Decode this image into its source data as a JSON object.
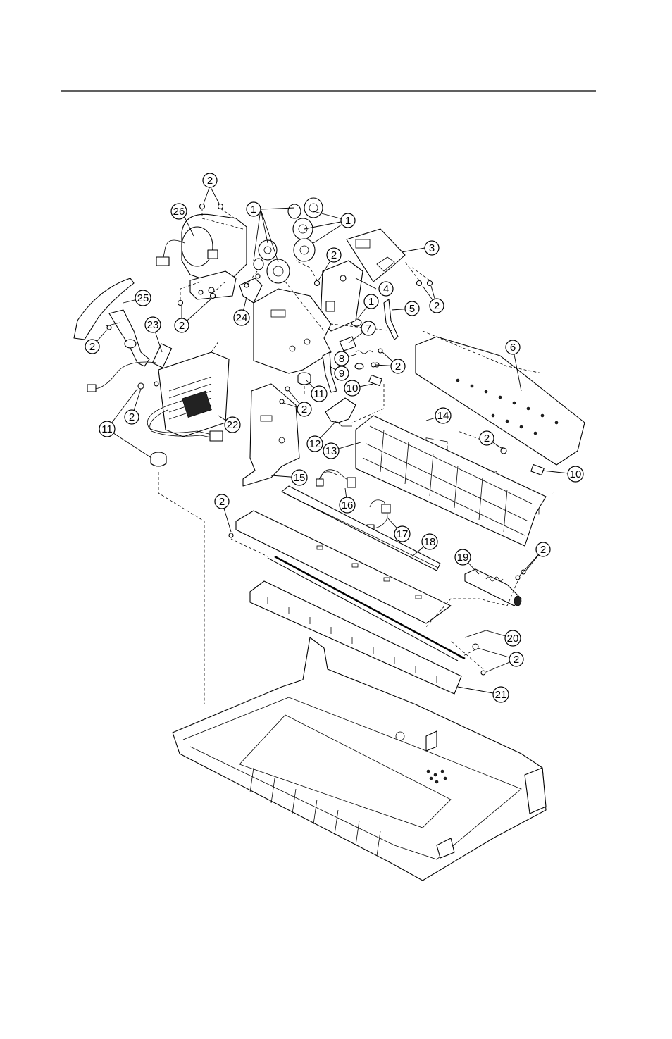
{
  "diagram": {
    "callouts": [
      {
        "id": "c2-top",
        "label": "2"
      },
      {
        "id": "c26",
        "label": "26"
      },
      {
        "id": "c1-a",
        "label": "1"
      },
      {
        "id": "c1-b",
        "label": "1"
      },
      {
        "id": "c3",
        "label": "3"
      },
      {
        "id": "c2-b",
        "label": "2"
      },
      {
        "id": "c4",
        "label": "4"
      },
      {
        "id": "c2-c",
        "label": "2"
      },
      {
        "id": "c25",
        "label": "25"
      },
      {
        "id": "c1-c",
        "label": "1"
      },
      {
        "id": "c5",
        "label": "5"
      },
      {
        "id": "c23",
        "label": "23"
      },
      {
        "id": "c2-d",
        "label": "2"
      },
      {
        "id": "c24",
        "label": "24"
      },
      {
        "id": "c7",
        "label": "7"
      },
      {
        "id": "c2-e",
        "label": "2"
      },
      {
        "id": "c6",
        "label": "6"
      },
      {
        "id": "c8",
        "label": "8"
      },
      {
        "id": "c2-f",
        "label": "2"
      },
      {
        "id": "c9",
        "label": "9"
      },
      {
        "id": "c11-a",
        "label": "11"
      },
      {
        "id": "c10-a",
        "label": "10"
      },
      {
        "id": "c2-g",
        "label": "2"
      },
      {
        "id": "c2-h",
        "label": "2"
      },
      {
        "id": "c22",
        "label": "22"
      },
      {
        "id": "c14",
        "label": "14"
      },
      {
        "id": "c11-b",
        "label": "11"
      },
      {
        "id": "c12",
        "label": "12"
      },
      {
        "id": "c13",
        "label": "13"
      },
      {
        "id": "c2-i",
        "label": "2"
      },
      {
        "id": "c10-b",
        "label": "10"
      },
      {
        "id": "c15",
        "label": "15"
      },
      {
        "id": "c2-j",
        "label": "2"
      },
      {
        "id": "c16",
        "label": "16"
      },
      {
        "id": "c17",
        "label": "17"
      },
      {
        "id": "c18",
        "label": "18"
      },
      {
        "id": "c2-k",
        "label": "2"
      },
      {
        "id": "c19",
        "label": "19"
      },
      {
        "id": "c20",
        "label": "20"
      },
      {
        "id": "c2-l",
        "label": "2"
      },
      {
        "id": "c21",
        "label": "21"
      }
    ]
  }
}
